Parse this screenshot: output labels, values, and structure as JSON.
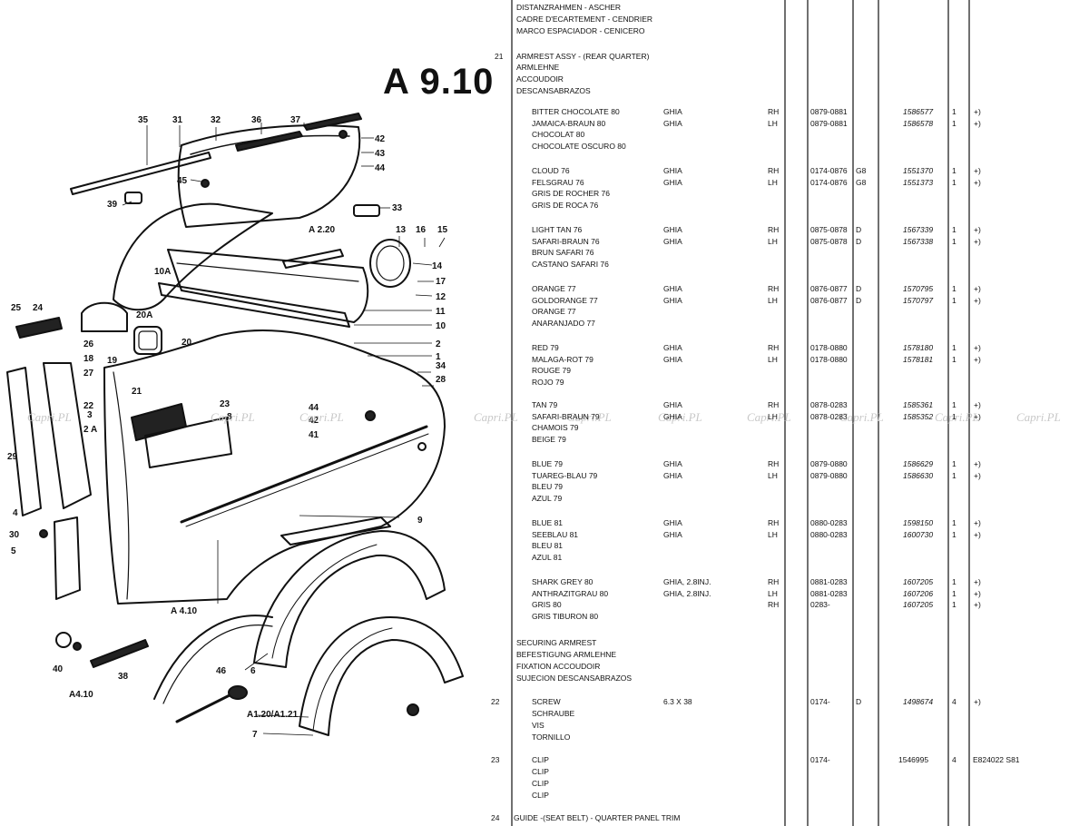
{
  "page_code": "A 9.10",
  "watermark": "Capri.PL",
  "diagram": {
    "callouts": [
      "35",
      "31",
      "32",
      "36",
      "37",
      "42",
      "43",
      "44",
      "45",
      "39",
      "33",
      "13",
      "16",
      "15",
      "14",
      "17",
      "12",
      "11",
      "10",
      "10A",
      "A 2.20",
      "25",
      "24",
      "26",
      "18",
      "27",
      "20A",
      "20",
      "19",
      "2",
      "1",
      "34",
      "28",
      "3",
      "22",
      "2 A",
      "21",
      "23",
      "8",
      "44",
      "42",
      "41",
      "29",
      "4",
      "30",
      "5",
      "9",
      "A 4.10",
      "40",
      "38",
      "A4.10",
      "46",
      "6",
      "A1.20/A1.21",
      "7"
    ]
  },
  "header_lines": [
    "DISTANZRAHMEN - ASCHER",
    "CADRE D'ECARTEMENT - CENDRIER",
    "MARCO ESPACIADOR - CENICERO"
  ],
  "armrest": {
    "ref": "21",
    "titles": [
      "ARMREST ASSY - (REAR QUARTER)",
      "ARMLEHNE",
      "ACCOUDOIR",
      "DESCANSABRAZOS"
    ],
    "groups": [
      {
        "rows": [
          {
            "desc": "BITTER CHOCOLATE 80",
            "model": "GHIA",
            "side": "RH",
            "date": "0879-0881",
            "code": "",
            "part": "1586577",
            "qty": "1",
            "note": "+)"
          },
          {
            "desc": "JAMAICA-BRAUN 80",
            "model": "GHIA",
            "side": "LH",
            "date": "0879-0881",
            "code": "",
            "part": "1586578",
            "qty": "1",
            "note": "+)"
          },
          {
            "desc": "CHOCOLAT 80"
          },
          {
            "desc": "CHOCOLATE OSCURO 80"
          }
        ]
      },
      {
        "rows": [
          {
            "desc": "CLOUD 76",
            "model": "GHIA",
            "side": "RH",
            "date": "0174-0876",
            "code": "G8",
            "part": "1551370",
            "qty": "1",
            "note": "+)"
          },
          {
            "desc": "FELSGRAU 76",
            "model": "GHIA",
            "side": "LH",
            "date": "0174-0876",
            "code": "G8",
            "part": "1551373",
            "qty": "1",
            "note": "+)"
          },
          {
            "desc": "GRIS DE ROCHER 76"
          },
          {
            "desc": "GRIS DE ROCA 76"
          }
        ]
      },
      {
        "rows": [
          {
            "desc": "LIGHT TAN 76",
            "model": "GHIA",
            "side": "RH",
            "date": "0875-0878",
            "code": "D",
            "part": "1567339",
            "qty": "1",
            "note": "+)"
          },
          {
            "desc": "SAFARI-BRAUN 76",
            "model": "GHIA",
            "side": "LH",
            "date": "0875-0878",
            "code": "D",
            "part": "1567338",
            "qty": "1",
            "note": "+)"
          },
          {
            "desc": "BRUN SAFARI 76"
          },
          {
            "desc": "CASTANO SAFARI 76"
          }
        ]
      },
      {
        "rows": [
          {
            "desc": "ORANGE 77",
            "model": "GHIA",
            "side": "RH",
            "date": "0876-0877",
            "code": "D",
            "part": "1570795",
            "qty": "1",
            "note": "+)"
          },
          {
            "desc": "GOLDORANGE 77",
            "model": "GHIA",
            "side": "LH",
            "date": "0876-0877",
            "code": "D",
            "part": "1570797",
            "qty": "1",
            "note": "+)"
          },
          {
            "desc": "ORANGE 77"
          },
          {
            "desc": "ANARANJADO 77"
          }
        ]
      },
      {
        "rows": [
          {
            "desc": "RED 79",
            "model": "GHIA",
            "side": "RH",
            "date": "0178-0880",
            "code": "",
            "part": "1578180",
            "qty": "1",
            "note": "+)"
          },
          {
            "desc": "MALAGA-ROT 79",
            "model": "GHIA",
            "side": "LH",
            "date": "0178-0880",
            "code": "",
            "part": "1578181",
            "qty": "1",
            "note": "+)"
          },
          {
            "desc": "ROUGE 79"
          },
          {
            "desc": "ROJO 79"
          }
        ]
      },
      {
        "rows": [
          {
            "desc": "TAN 79",
            "model": "GHIA",
            "side": "RH",
            "date": "0878-0283",
            "code": "",
            "part": "1585361",
            "qty": "1",
            "note": "+)"
          },
          {
            "desc": "SAFARI-BRAUN 79",
            "model": "GHIA",
            "side": "LH",
            "date": "0878-0283",
            "code": "",
            "part": "1585352",
            "qty": "1",
            "note": "+)"
          },
          {
            "desc": "CHAMOIS 79"
          },
          {
            "desc": "BEIGE 79"
          }
        ]
      },
      {
        "rows": [
          {
            "desc": "BLUE 79",
            "model": "GHIA",
            "side": "RH",
            "date": "0879-0880",
            "code": "",
            "part": "1586629",
            "qty": "1",
            "note": "+)"
          },
          {
            "desc": "TUAREG-BLAU 79",
            "model": "GHIA",
            "side": "LH",
            "date": "0879-0880",
            "code": "",
            "part": "1586630",
            "qty": "1",
            "note": "+)"
          },
          {
            "desc": "BLEU 79"
          },
          {
            "desc": "AZUL 79"
          }
        ]
      },
      {
        "rows": [
          {
            "desc": "BLUE 81",
            "model": "GHIA",
            "side": "RH",
            "date": "0880-0283",
            "code": "",
            "part": "1598150",
            "qty": "1",
            "note": "+)"
          },
          {
            "desc": "SEEBLAU 81",
            "model": "GHIA",
            "side": "LH",
            "date": "0880-0283",
            "code": "",
            "part": "1600730",
            "qty": "1",
            "note": "+)"
          },
          {
            "desc": "BLEU 81"
          },
          {
            "desc": "AZUL 81"
          }
        ]
      },
      {
        "rows": [
          {
            "desc": "SHARK GREY 80",
            "model": "GHIA, 2.8INJ.",
            "side": "RH",
            "date": "0881-0283",
            "code": "",
            "part": "1607205",
            "qty": "1",
            "note": "+)"
          },
          {
            "desc": "ANTHRAZITGRAU 80",
            "model": "GHIA, 2.8INJ.",
            "side": "LH",
            "date": "0881-0283",
            "code": "",
            "part": "1607206",
            "qty": "1",
            "note": "+)"
          },
          {
            "desc": "GRIS 80",
            "model": "",
            "side": "RH",
            "date": "0283-",
            "code": "",
            "part": "1607205",
            "qty": "1",
            "note": "+)"
          },
          {
            "desc": "GRIS TIBURON 80"
          }
        ]
      }
    ]
  },
  "securing": [
    "SECURING ARMREST",
    "BEFESTIGUNG ARMLEHNE",
    "FIXATION ACCOUDOIR",
    "SUJECION DESCANSABRAZOS"
  ],
  "screw": {
    "ref": "22",
    "names": [
      "SCREW",
      "SCHRAUBE",
      "VIS",
      "TORNILLO"
    ],
    "model": "6.3 X 38",
    "date": "0174-",
    "code": "D",
    "part": "1498674",
    "qty": "4",
    "note": "+)"
  },
  "clip": {
    "ref": "23",
    "names": [
      "CLIP",
      "CLIP",
      "CLIP",
      "CLIP"
    ],
    "date": "0174-",
    "part": "1546995",
    "qty": "4",
    "note": "E824022 S81"
  },
  "guide": {
    "ref": "24",
    "name": "GUIDE -(SEAT BELT) - QUARTER PANEL TRIM"
  }
}
